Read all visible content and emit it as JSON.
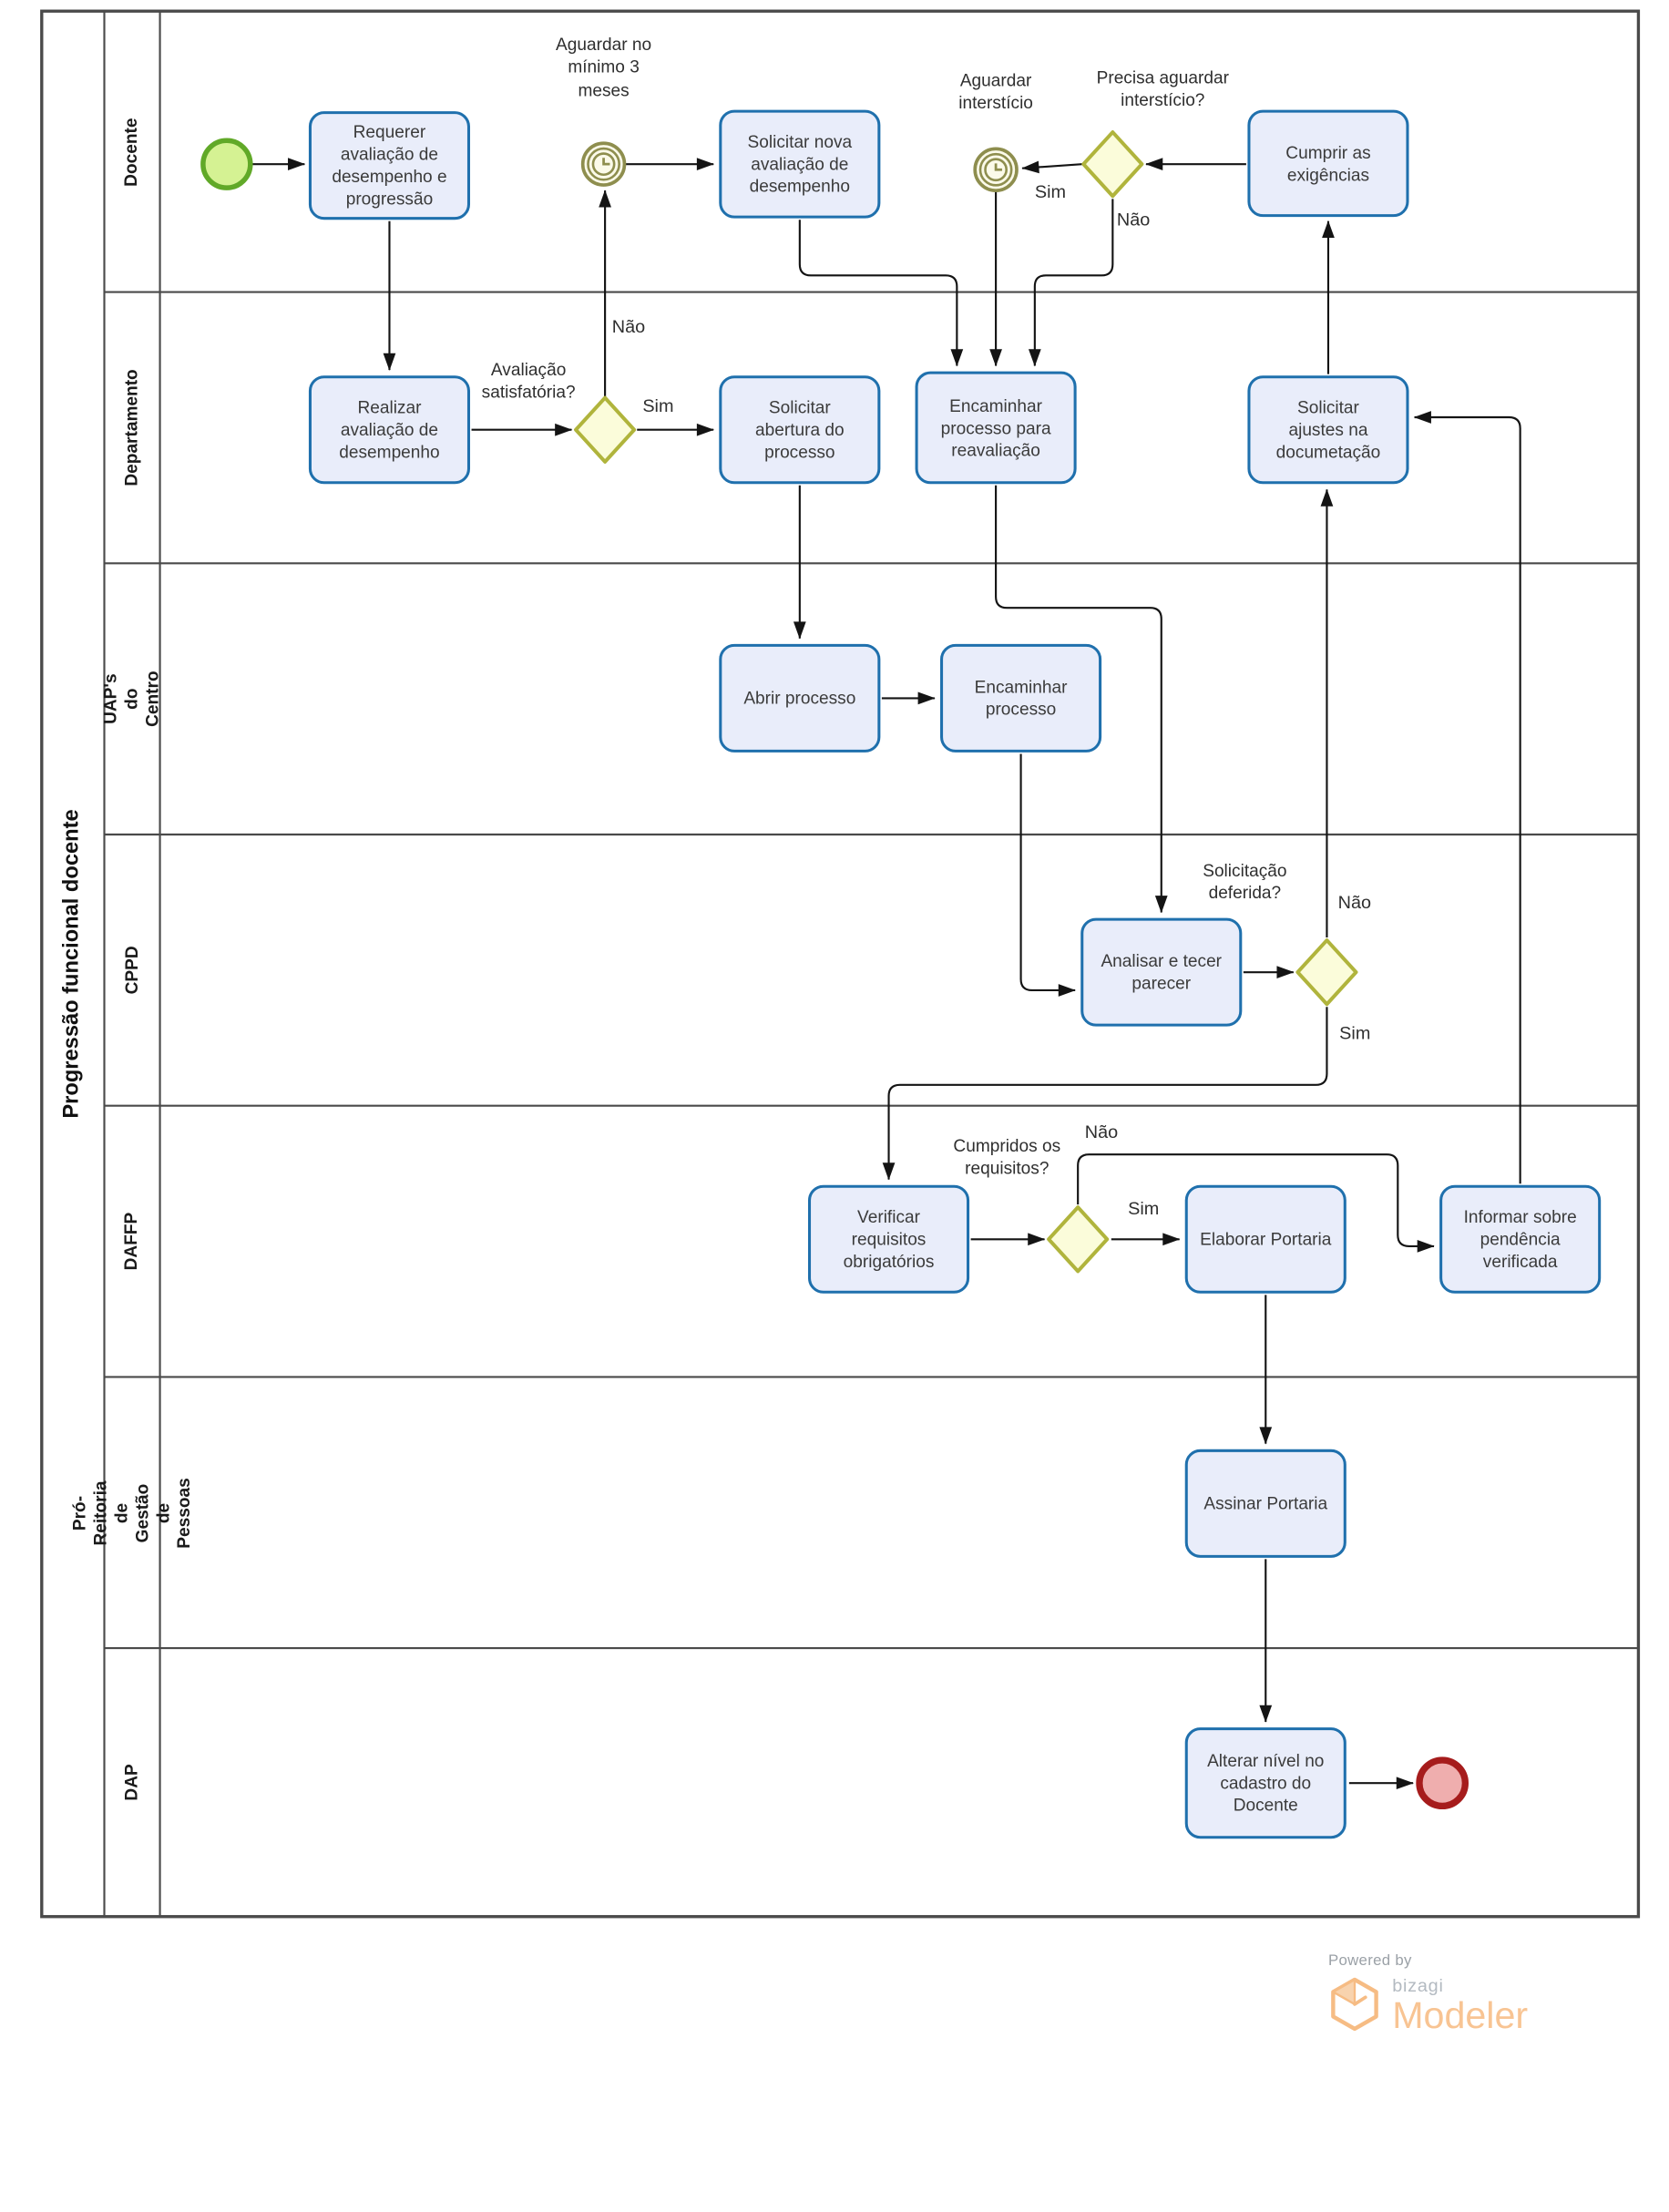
{
  "pool": {
    "title": "Progressão funcional docente"
  },
  "lanes": [
    {
      "label": "Docente"
    },
    {
      "label": "Departamento"
    },
    {
      "label": "UAP's do Centro"
    },
    {
      "label": "CPPD"
    },
    {
      "label": "DAFFP"
    },
    {
      "label": "Pró-Reitoria de Gestão de\nPessoas"
    },
    {
      "label": "DAP"
    }
  ],
  "nodes": {
    "requerer": {
      "label": "Requerer\navaliação de\ndesempenho e\nprogressão"
    },
    "timer_3_meses": {
      "label": "Aguardar no\nmínimo 3\nmeses"
    },
    "solicitar_nova": {
      "label": "Solicitar nova\navaliação de\ndesempenho"
    },
    "aguardar_intersticio": {
      "label": "Aguardar\ninterstício"
    },
    "gw_precisa_aguardar": {
      "label": "Precisa aguardar\ninterstício?"
    },
    "cumprir": {
      "label": "Cumprir as\nexigências"
    },
    "realizar": {
      "label": "Realizar\navaliação de\ndesempenho"
    },
    "gw_avaliacao": {
      "label": "Avaliação\nsatisfatória?"
    },
    "solicitar_abertura": {
      "label": "Solicitar\nabertura do\nprocesso"
    },
    "encaminhar_reavaliacao": {
      "label": "Encaminhar\nprocesso para\nreavaliação"
    },
    "solicitar_ajustes": {
      "label": "Solicitar\najustes na\ndocumetação"
    },
    "abrir_processo": {
      "label": "Abrir processo"
    },
    "encaminhar_processo": {
      "label": "Encaminhar\nprocesso"
    },
    "analisar": {
      "label": "Analisar e tecer\nparecer"
    },
    "gw_solicitacao": {
      "label": "Solicitação\ndeferida?"
    },
    "verificar": {
      "label": "Verificar\nrequisitos\nobrigatórios"
    },
    "gw_cumpridos": {
      "label": "Cumpridos os\nrequisitos?"
    },
    "elaborar": {
      "label": "Elaborar Portaria"
    },
    "informar": {
      "label": "Informar sobre\npendência\nverificada"
    },
    "assinar": {
      "label": "Assinar Portaria"
    },
    "alterar": {
      "label": "Alterar nível no\ncadastro do\nDocente"
    }
  },
  "edge_labels": {
    "g1_sim": "Sim",
    "g1_nao": "Não",
    "g2_sim": "Sim",
    "g2_nao": "Não",
    "g3_sim": "Sim",
    "g3_nao": "Não",
    "g4_sim": "Sim",
    "g4_nao": "Não"
  },
  "branding": {
    "powered_by": "Powered by",
    "brand": "bizagi",
    "product": "Modeler"
  },
  "colors": {
    "task_fill": "#e9edfa",
    "task_border": "#1f70ad",
    "gateway_fill": "#fbfcda",
    "gateway_border": "#b0b43c",
    "timer_stroke": "#8e8e4e",
    "timer_fill": "#fbfae9",
    "start_fill": "#d5f293",
    "start_border": "#61a928",
    "end_fill": "#efaeae",
    "end_border": "#a61c1c",
    "flow_line": "#141414",
    "lane_border": "#4a4a4a",
    "brand_orange": "#f8c493"
  }
}
